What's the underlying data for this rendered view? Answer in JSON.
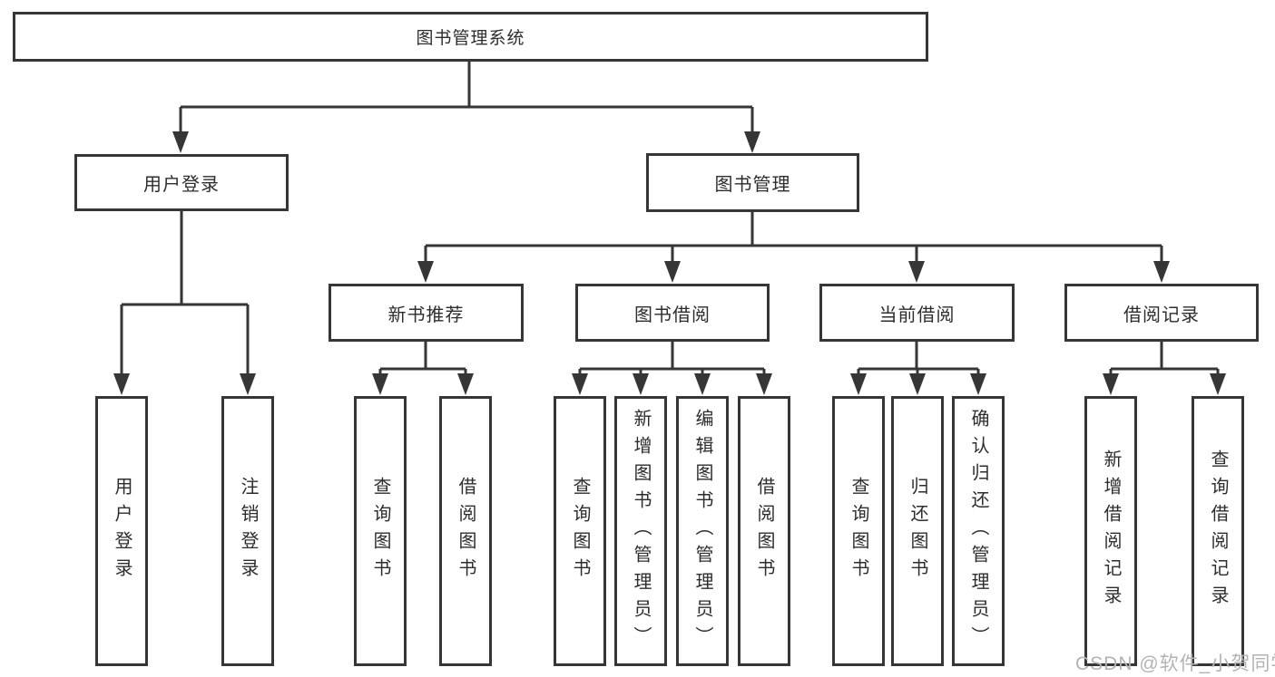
{
  "tree": {
    "label": "图书管理系统",
    "children": [
      {
        "label": "用户登录",
        "children": [
          {
            "label": "用户登录"
          },
          {
            "label": "注销登录"
          }
        ]
      },
      {
        "label": "图书管理",
        "children": [
          {
            "label": "新书推荐",
            "children": [
              {
                "label": "查询图书"
              },
              {
                "label": "借阅图书"
              }
            ]
          },
          {
            "label": "图书借阅",
            "children": [
              {
                "label": "查询图书"
              },
              {
                "label": "新增图书（管理员）"
              },
              {
                "label": "编辑图书（管理员）"
              },
              {
                "label": "借阅图书"
              }
            ]
          },
          {
            "label": "当前借阅",
            "children": [
              {
                "label": "查询图书"
              },
              {
                "label": "归还图书"
              },
              {
                "label": "确认归还（管理员）"
              }
            ]
          },
          {
            "label": "借阅记录",
            "children": [
              {
                "label": "新增借阅记录"
              },
              {
                "label": "查询借阅记录"
              }
            ]
          }
        ]
      }
    ]
  },
  "watermark": "CSDN @软件_小贺同学",
  "colors": {
    "line": "#363636",
    "text": "#2d2d2d",
    "watermark": "#b3b3b3",
    "background": "#ffffff"
  }
}
